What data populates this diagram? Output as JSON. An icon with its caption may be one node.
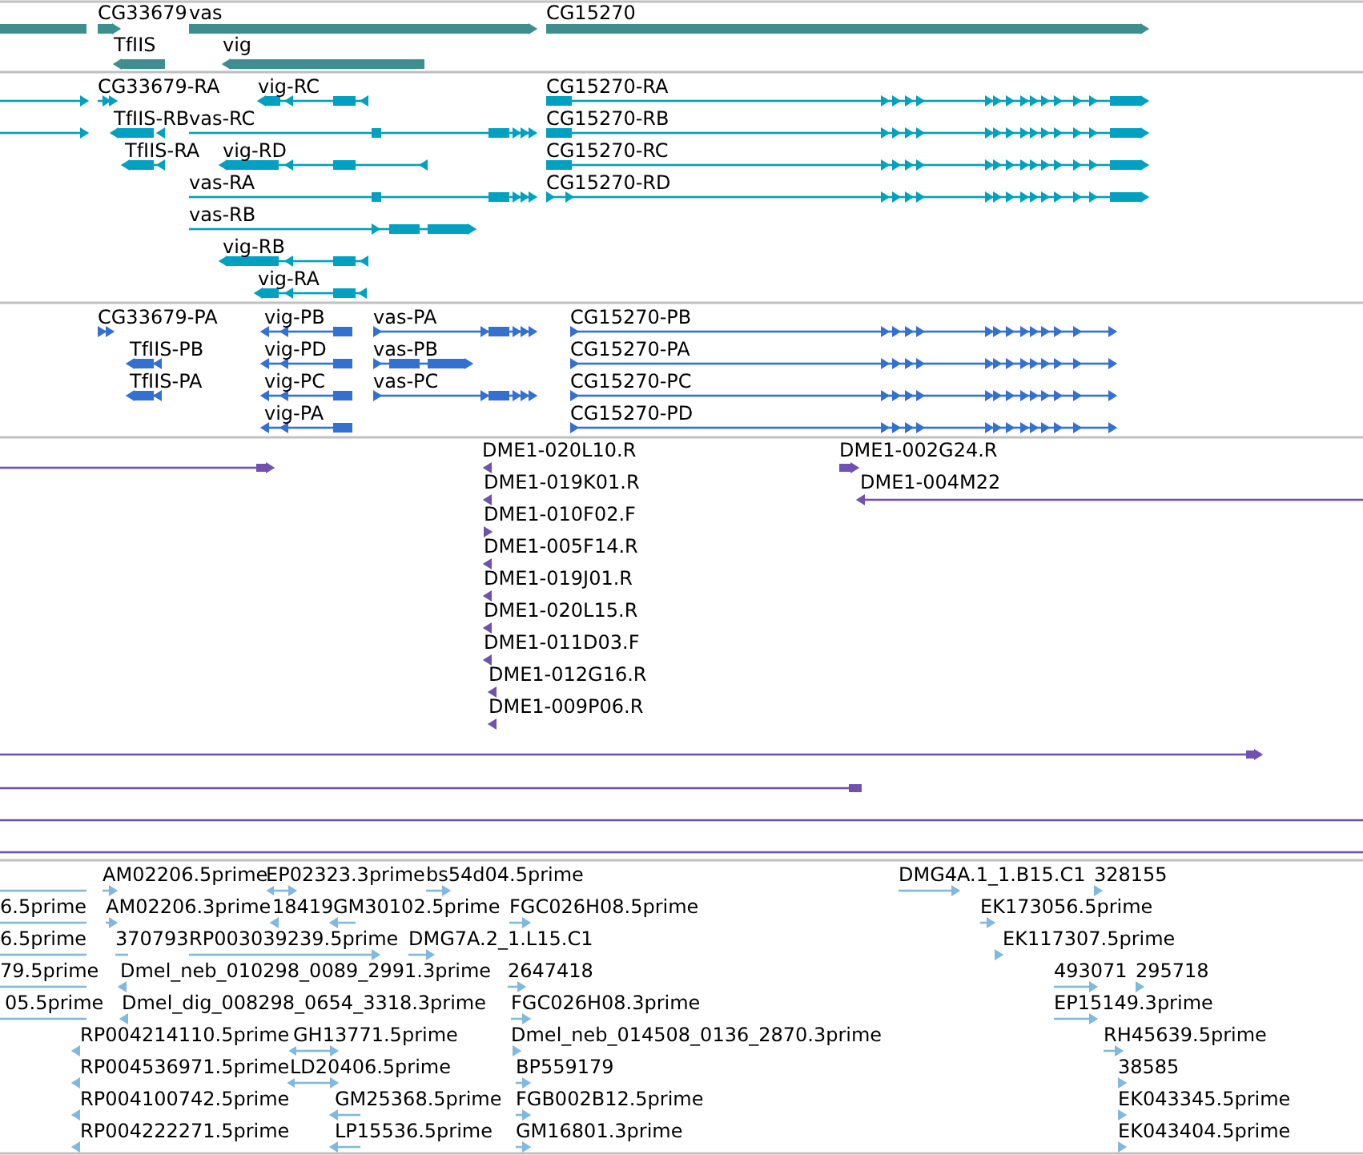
{
  "diagram": {
    "labels": [
      "CG33679",
      "vas",
      "CG15270",
      "TfIIS",
      "vig",
      "CG33679-RA",
      "vig-RC",
      "CG15270-RA",
      "TfIIS-RB",
      "vas-RC",
      "CG15270-RB",
      "TfIIS-RA",
      "vig-RD",
      "CG15270-RC",
      "vas-RA",
      "CG15270-RD",
      "vas-RB",
      "vig-RB",
      "vig-RA",
      "CG33679-PA",
      "vig-PB",
      "vas-PA",
      "CG15270-PB",
      "TfIIS-PB",
      "vig-PD",
      "vas-PB",
      "CG15270-PA",
      "TfIIS-PA",
      "vig-PC",
      "vas-PC",
      "CG15270-PC",
      "vig-PA",
      "CG15270-PD",
      "DME1-020L10.R",
      "DME1-002G24.R",
      "DME1-019K01.R",
      "DME1-004M22",
      "DME1-010F02.F",
      "DME1-005F14.R",
      "DME1-019J01.R",
      "DME1-020L15.R",
      "DME1-011D03.F",
      "DME1-012G16.R",
      "DME1-009P06.R",
      "AM02206.5prime",
      "EP02323.3prime",
      "bs54d04.5prime",
      "DMG4A.1_1.B15.C1",
      "328155",
      "6.5prime",
      "AM02206.3prime",
      "18419",
      "GM30102.5prime",
      "FGC026H08.5prime",
      "EK173056.5prime",
      "6.5prime",
      "370793",
      "RP003039239.5prime",
      "DMG7A.2_1.L15.C1",
      "EK117307.5prime",
      "79.5prime",
      "Dmel_neb_010298_0089_2991.3prime",
      "2647418",
      "493071",
      "295718",
      "05.5prime",
      "Dmel_dig_008298_0654_3318.3prime",
      "FGC026H08.3prime",
      "EP15149.3prime",
      "RP004214110.5prime",
      "GH13771.5prime",
      "Dmel_neb_014508_0136_2870.3prime",
      "RH45639.5prime",
      "RP004536971.5prime",
      "LD20406.5prime",
      "BP559179",
      "38585",
      "RP004100742.5prime",
      "GM25368.5prime",
      "FGB002B12.5prime",
      "EK043345.5prime",
      "RP004222271.5prime",
      "LP15536.5prime",
      "GM16801.3prime",
      "EK043404.5prime"
    ]
  }
}
